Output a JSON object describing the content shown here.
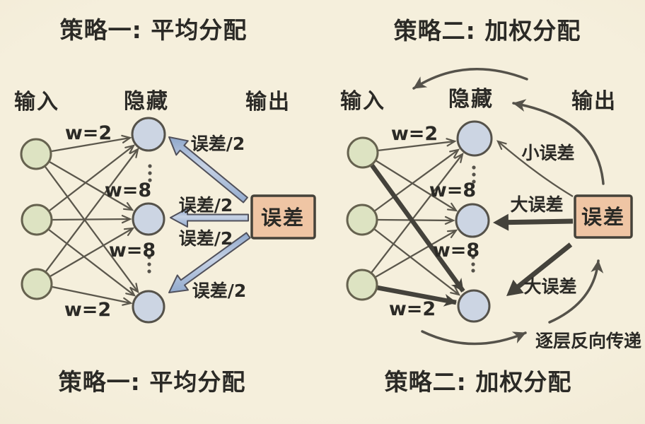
{
  "colors": {
    "background": "#f2ecd8",
    "input_node_fill": "#dde3c2",
    "hidden_node_fill": "#ccd5e3",
    "edge_stroke": "#5b574c",
    "blue_arrow_fill": "#a9bdd9",
    "dark_arrow_fill": "#44423b",
    "error_box_fill": "#efc5a4",
    "text_color": "#2b2a26"
  },
  "left_panel": {
    "title_top": "策略一: 平均分配",
    "title_bottom": "策略一: 平均分配",
    "labels": {
      "input": "输入",
      "hidden": "隐藏",
      "output": "输出"
    },
    "weights": [
      "w=2",
      "w=8",
      "w=8",
      "w=2"
    ],
    "error_box_label": "误差",
    "arrow_labels": [
      "误差/2",
      "误差/2",
      "误差/2",
      "误差/2"
    ]
  },
  "right_panel": {
    "title_top": "策略二: 加权分配",
    "title_bottom": "策略二: 加权分配",
    "labels": {
      "input": "输入",
      "hidden": "隐藏",
      "output": "输出"
    },
    "weights": [
      "w=2",
      "w=8",
      "w=8",
      "w=2"
    ],
    "error_box_label": "误差",
    "small_error_label": "小误差",
    "large_error_labels": [
      "大误差",
      "大误差"
    ],
    "backprop_label": "逐层反向传递"
  }
}
